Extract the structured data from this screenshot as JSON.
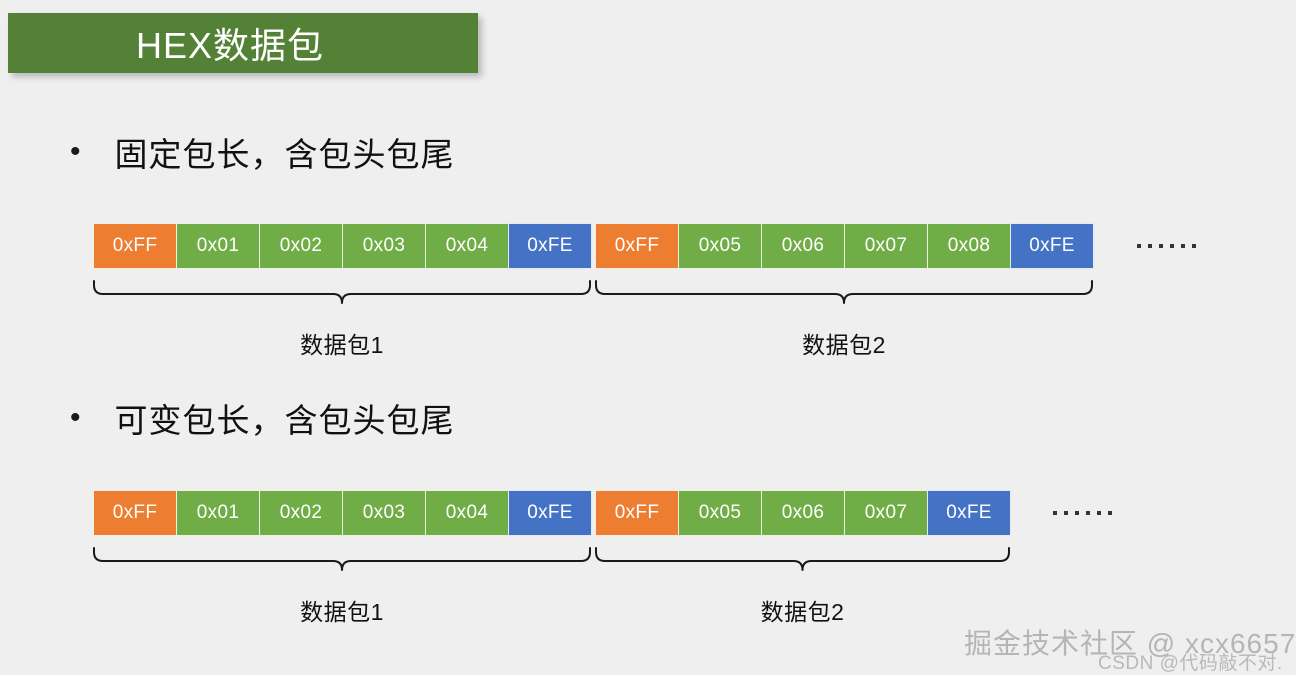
{
  "slide": {
    "title": "HEX数据包",
    "background_color": "#efefef",
    "title_bar_color": "#538135",
    "title_text_color": "#ffffff"
  },
  "colors": {
    "header_byte": "#ED7D31",
    "data_byte": "#70AD47",
    "tail_byte": "#4472C4",
    "brace": "#1a1a1a",
    "text": "#111111"
  },
  "sections": [
    {
      "bullet": "•",
      "text": "固定包长，含包头包尾",
      "packets": [
        {
          "label": "数据包1",
          "bytes": [
            {
              "value": "0xFF",
              "role": "head"
            },
            {
              "value": "0x01",
              "role": "data"
            },
            {
              "value": "0x02",
              "role": "data"
            },
            {
              "value": "0x03",
              "role": "data"
            },
            {
              "value": "0x04",
              "role": "data"
            },
            {
              "value": "0xFE",
              "role": "tail"
            }
          ]
        },
        {
          "label": "数据包2",
          "bytes": [
            {
              "value": "0xFF",
              "role": "head"
            },
            {
              "value": "0x05",
              "role": "data"
            },
            {
              "value": "0x06",
              "role": "data"
            },
            {
              "value": "0x07",
              "role": "data"
            },
            {
              "value": "0x08",
              "role": "data"
            },
            {
              "value": "0xFE",
              "role": "tail"
            }
          ]
        }
      ],
      "continuation": "……"
    },
    {
      "bullet": "•",
      "text": "可变包长，含包头包尾",
      "packets": [
        {
          "label": "数据包1",
          "bytes": [
            {
              "value": "0xFF",
              "role": "head"
            },
            {
              "value": "0x01",
              "role": "data"
            },
            {
              "value": "0x02",
              "role": "data"
            },
            {
              "value": "0x03",
              "role": "data"
            },
            {
              "value": "0x04",
              "role": "data"
            },
            {
              "value": "0xFE",
              "role": "tail"
            }
          ]
        },
        {
          "label": "数据包2",
          "bytes": [
            {
              "value": "0xFF",
              "role": "head"
            },
            {
              "value": "0x05",
              "role": "data"
            },
            {
              "value": "0x06",
              "role": "data"
            },
            {
              "value": "0x07",
              "role": "data"
            },
            {
              "value": "0xFE",
              "role": "tail"
            }
          ]
        }
      ],
      "continuation": "……"
    }
  ],
  "watermarks": {
    "juejin": "掘金技术社区 @ xcx6657",
    "csdn": "CSDN @代码敲不对."
  }
}
